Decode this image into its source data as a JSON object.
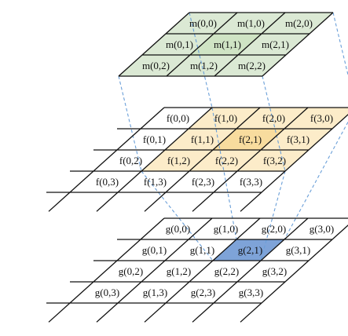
{
  "colors": {
    "kernel_fill": "#dbe9d4",
    "kernel_center": "#cfe4c4",
    "input_window": "#fcecc9",
    "input_center": "#f8dc9e",
    "output_highlight": "#7ea3d8",
    "guide_line": "#6a9fd8",
    "grid_line": "#111111"
  },
  "kernel": {
    "labels": [
      [
        "m(0,0)",
        "m(1,0)",
        "m(2,0)"
      ],
      [
        "m(0,1)",
        "m(1,1)",
        "m(2,1)"
      ],
      [
        "m(0,2)",
        "m(1,2)",
        "m(2,2)"
      ]
    ]
  },
  "input": {
    "labels": [
      [
        "f(0,0)",
        "f(1,0)",
        "f(2,0)",
        "f(3,0)"
      ],
      [
        "f(0,1)",
        "f(1,1)",
        "f(2,1)",
        "f(3,1)"
      ],
      [
        "f(0,2)",
        "f(1,2)",
        "f(2,2)",
        "f(3,2)"
      ],
      [
        "f(0,3)",
        "f(1,3)",
        "f(2,3)",
        "f(3,3)"
      ]
    ],
    "window": {
      "col_start": 1,
      "row_start": 0,
      "size": 3
    },
    "center": {
      "col": 2,
      "row": 1
    }
  },
  "output": {
    "labels": [
      [
        "g(0,0)",
        "g(1,0)",
        "g(2,0)",
        "g(3,0)"
      ],
      [
        "g(0,1)",
        "g(1,1)",
        "g(2,1)",
        "g(3,1)"
      ],
      [
        "g(0,2)",
        "g(1,2)",
        "g(2,2)",
        "g(3,2)"
      ],
      [
        "g(0,3)",
        "g(1,3)",
        "g(2,3)",
        "g(3,3)"
      ]
    ],
    "highlight": {
      "col": 2,
      "row": 1
    }
  }
}
